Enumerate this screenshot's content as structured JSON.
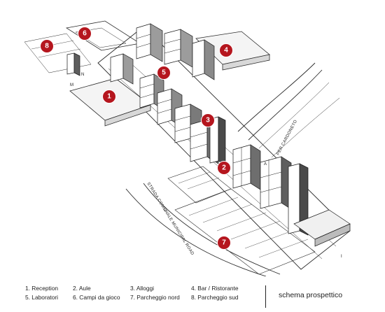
{
  "markers": [
    {
      "number": "1",
      "color": "#b5161e"
    },
    {
      "number": "2",
      "color": "#b5161e"
    },
    {
      "number": "3",
      "color": "#b5161e"
    },
    {
      "number": "4",
      "color": "#b5161e"
    },
    {
      "number": "5",
      "color": "#b5161e"
    },
    {
      "number": "6",
      "color": "#b5161e"
    },
    {
      "number": "7",
      "color": "#b5161e"
    },
    {
      "number": "8",
      "color": "#b5161e"
    }
  ],
  "drawing_text": {
    "road_label": "STRADA COMUNALE   MUNICIPAL ROAD",
    "city_label": "PER CARDONETO",
    "letter_c": "C",
    "letter_a": "A",
    "letter_m": "M",
    "letter_n": "N",
    "letter_i": "I"
  },
  "legend": {
    "items": [
      {
        "label": "1. Reception"
      },
      {
        "label": "2. Aule"
      },
      {
        "label": "3. Alloggi"
      },
      {
        "label": "4. Bar / Ristorante"
      },
      {
        "label": "5. Laboratori"
      },
      {
        "label": "6. Campi da gioco"
      },
      {
        "label": "7. Parcheggio nord"
      },
      {
        "label": "8. Parcheggio sud"
      }
    ],
    "title": "schema prospettico"
  }
}
